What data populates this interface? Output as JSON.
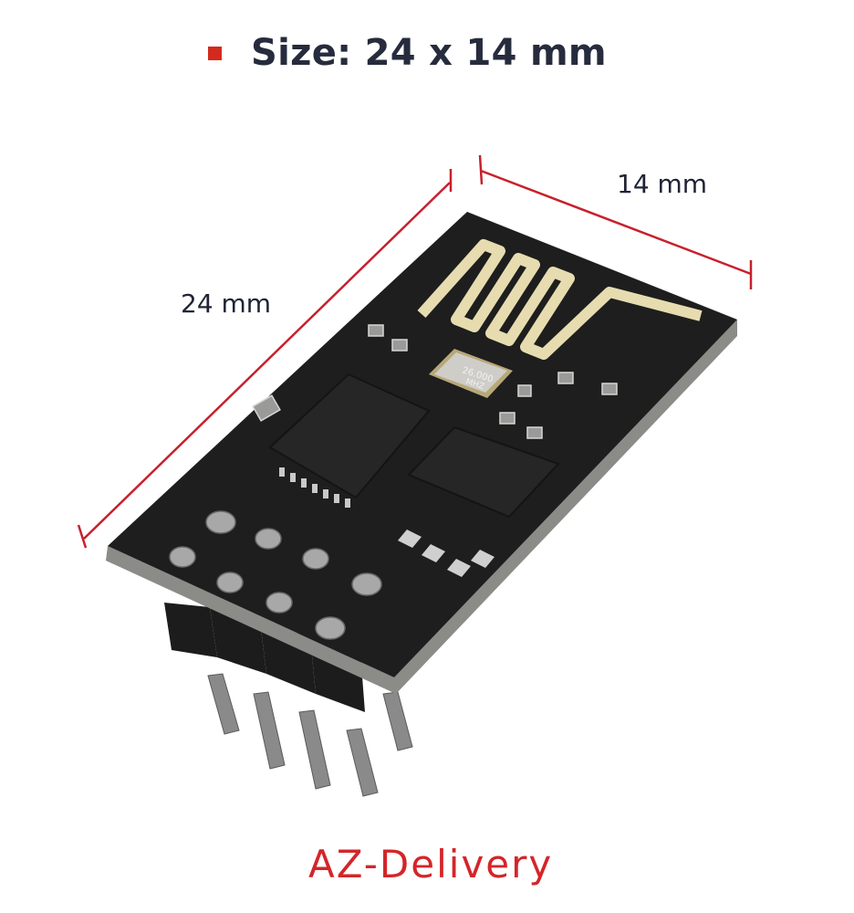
{
  "header": {
    "bullet_color": "#d42a1e",
    "title": "Size: 24 x 14 mm"
  },
  "dimensions": {
    "length_label": "24 mm",
    "width_label": "14 mm",
    "line_color": "#c8202c"
  },
  "product": {
    "description": "ESP8266 ESP-01 WiFi module with 2x4 pin header",
    "crystal_marking_line1": "26.000",
    "crystal_marking_line2": "MHZ"
  },
  "brand": {
    "logo_text": "AZ-Delivery",
    "logo_color": "#d4252a"
  }
}
